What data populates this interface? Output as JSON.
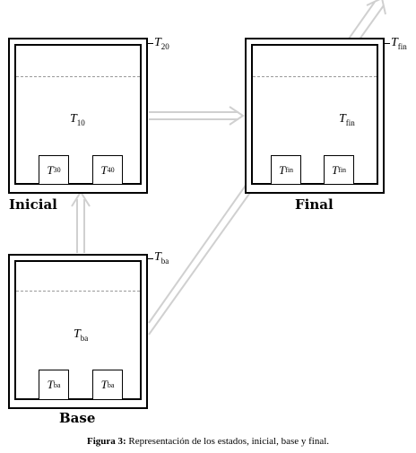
{
  "states": {
    "inicial": {
      "label": "Inicial",
      "liquid": {
        "sym": "T",
        "sub": "10"
      },
      "block_left": {
        "sym": "T",
        "sub": "30"
      },
      "block_right": {
        "sym": "T",
        "sub": "40"
      },
      "external": {
        "sym": "T",
        "sub": "20"
      }
    },
    "final": {
      "label": "Final",
      "liquid": {
        "sym": "T",
        "sub": "fin"
      },
      "block_left": {
        "sym": "T",
        "sub": "fin"
      },
      "block_right": {
        "sym": "T",
        "sub": "fin"
      },
      "external": {
        "sym": "T",
        "sub": "fin"
      }
    },
    "base": {
      "label": "Base",
      "liquid": {
        "sym": "T",
        "sub": "ba"
      },
      "block_left": {
        "sym": "T",
        "sub": "ba"
      },
      "block_right": {
        "sym": "T",
        "sub": "ba"
      },
      "external": {
        "sym": "T",
        "sub": "ba"
      }
    }
  },
  "caption": {
    "prefix": "Figura 3:",
    "text": " Representación de los estados, inicial, base y final."
  },
  "colors": {
    "arrow": "#d0d0d0",
    "line": "#000000",
    "water": "#9a9a9a"
  }
}
